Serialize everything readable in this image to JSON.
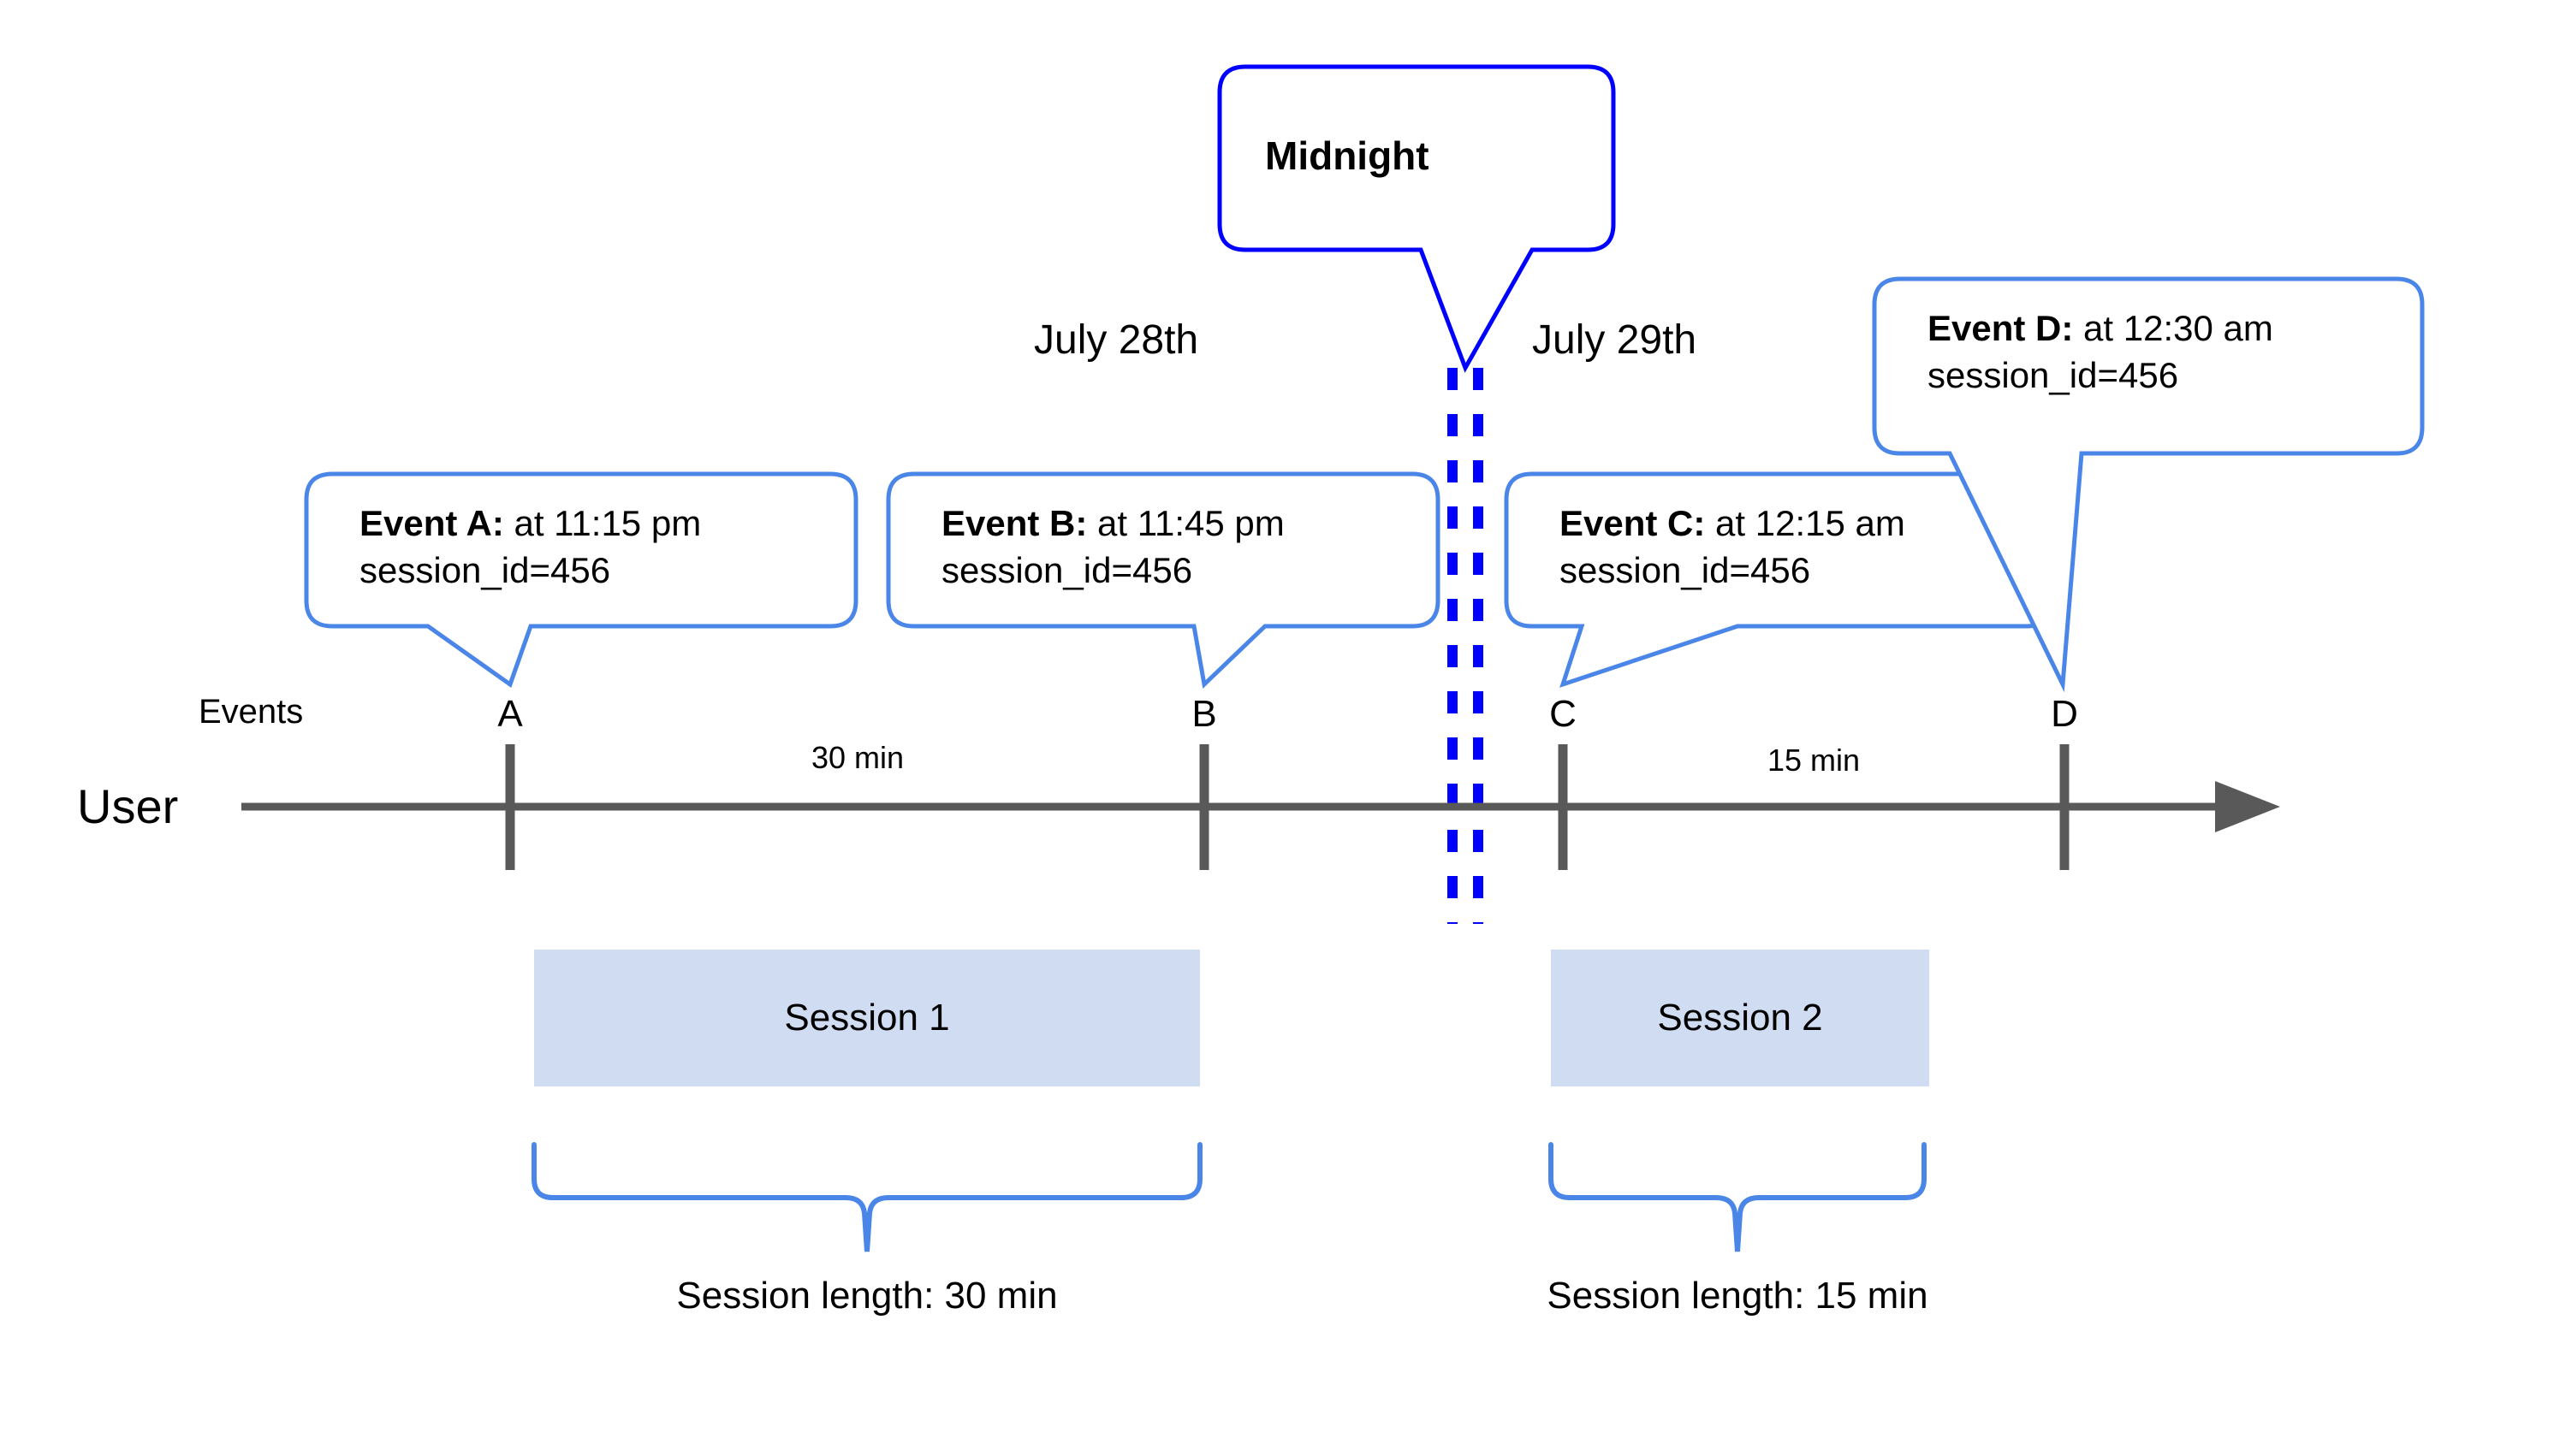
{
  "diagram": {
    "title_hidden": "",
    "colors": {
      "callout_border": "#4a86e8",
      "midnight_border": "#0000ff",
      "axis": "#595959",
      "session_fill": "#cfdcf2",
      "brace": "#4a86e8",
      "text": "#000000",
      "background": "#ffffff"
    },
    "axis": {
      "row_label": "User",
      "events_label": "Events"
    },
    "midnight": {
      "label": "Midnight"
    },
    "dates": [
      {
        "label": "July 28th"
      },
      {
        "label": "July 29th"
      }
    ],
    "events": [
      {
        "marker": "A",
        "title": "Event A:",
        "time": " at 11:15 pm",
        "session_id": "session_id=456"
      },
      {
        "marker": "B",
        "title": "Event B:",
        "time": " at 11:45 pm",
        "session_id": "session_id=456"
      },
      {
        "marker": "C",
        "title": "Event C:",
        "time": " at 12:15 am",
        "session_id": "session_id=456"
      },
      {
        "marker": "D",
        "title": "Event D:",
        "time": " at 12:30 am",
        "session_id": "session_id=456"
      }
    ],
    "gaps": [
      {
        "label": "30 min"
      },
      {
        "label": "15 min"
      }
    ],
    "sessions": [
      {
        "name": "Session 1",
        "length_label": "Session length: 30 min"
      },
      {
        "name": "Session 2",
        "length_label": "Session length: 15 min"
      }
    ]
  }
}
